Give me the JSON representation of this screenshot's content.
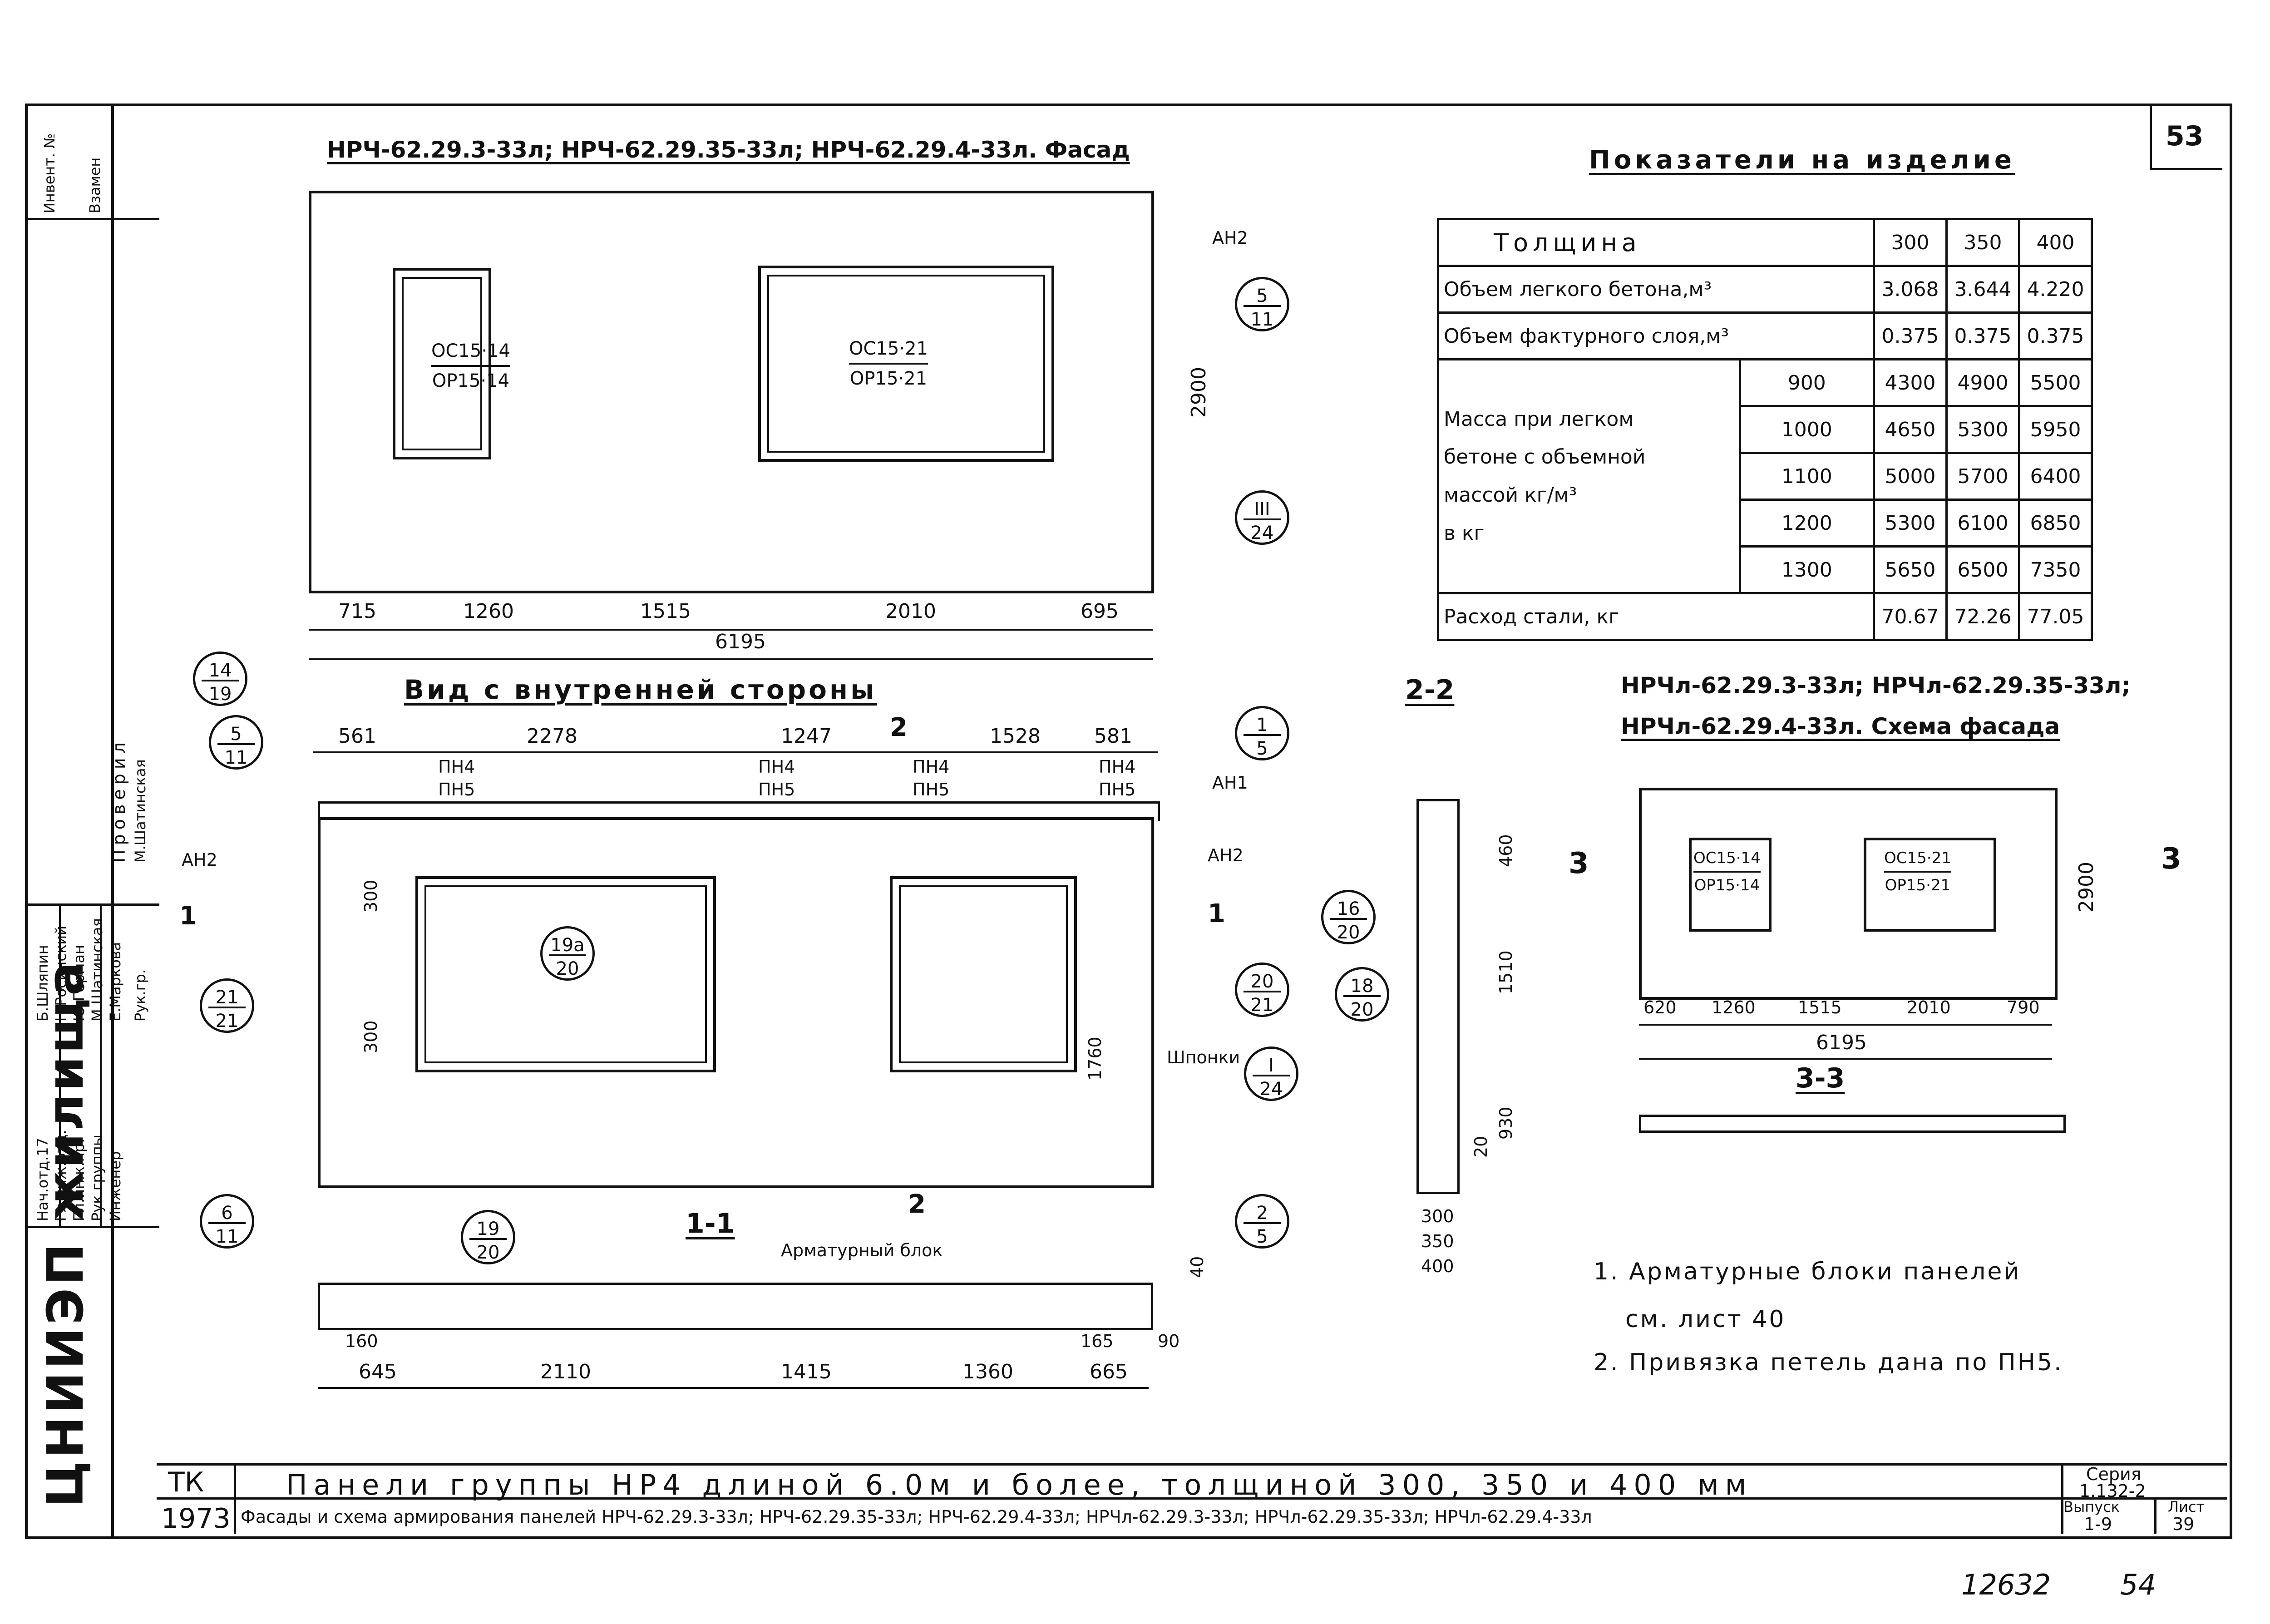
{
  "sheet_number": "53",
  "facade": {
    "title": "НРЧ-62.29.3-33л; НРЧ-62.29.35-33л; НРЧ-62.29.4-33л. Фасад",
    "window_left": {
      "top": "ОС15·14",
      "bottom": "ОР15·14"
    },
    "window_right": {
      "top": "ОС15·21",
      "bottom": "ОР15·21"
    },
    "tag_ah2": "АН2",
    "callout_5_11": {
      "top": "5",
      "bottom": "11"
    },
    "callout_iii_24": {
      "top": "III",
      "bottom": "24"
    },
    "height": "2900",
    "dims": [
      "715",
      "1260",
      "1515",
      "2010",
      "695"
    ],
    "total": "6195"
  },
  "indicators": {
    "title": "Показатели на изделие",
    "header_label": "Толщина",
    "thickness": [
      "300",
      "350",
      "400"
    ],
    "rows": [
      {
        "label": "Объем легкого бетона,м³",
        "values": [
          "3.068",
          "3.644",
          "4.220"
        ]
      },
      {
        "label": "Объем фактурного слоя,м³",
        "values": [
          "0.375",
          "0.375",
          "0.375"
        ]
      }
    ],
    "mass_label_lines": [
      "Масса при легком",
      "бетоне с объемной",
      "массой кг/м³",
      "в кг"
    ],
    "mass_rows": [
      {
        "density": "900",
        "values": [
          "4300",
          "4900",
          "5500"
        ]
      },
      {
        "density": "1000",
        "values": [
          "4650",
          "5300",
          "5950"
        ]
      },
      {
        "density": "1100",
        "values": [
          "5000",
          "5700",
          "6400"
        ]
      },
      {
        "density": "1200",
        "values": [
          "5300",
          "6100",
          "6850"
        ]
      },
      {
        "density": "1300",
        "values": [
          "5650",
          "6500",
          "7350"
        ]
      }
    ],
    "steel_row": {
      "label": "Расход стали, кг",
      "values": [
        "70.67",
        "72.26",
        "77.05"
      ]
    }
  },
  "inner_view": {
    "title": "Вид с внутренней стороны",
    "top_dims": [
      "561",
      "2278",
      "1247",
      "1528",
      "581"
    ],
    "loop_upper": "ПН4",
    "loop_lower": "ПН5",
    "section_mark_2": "2",
    "tag_ah1": "АН1",
    "tag_ah2_left": "АН2",
    "tag_ah2_right": "АН2",
    "section_mark_1": "1",
    "dim_300_a": "300",
    "dim_300_b": "300",
    "dim_1760": "1760",
    "shponki": "Шпонки",
    "callouts": [
      {
        "top": "14",
        "bottom": "19"
      },
      {
        "top": "5",
        "bottom": "11"
      },
      {
        "top": "1",
        "bottom": "5"
      },
      {
        "top": "21",
        "bottom": "21"
      },
      {
        "top": "19а",
        "bottom": "20"
      },
      {
        "top": "20",
        "bottom": "21"
      },
      {
        "top": "I",
        "bottom": "24"
      },
      {
        "top": "6",
        "bottom": "11"
      },
      {
        "top": "2",
        "bottom": "5"
      },
      {
        "top": "19",
        "bottom": "20"
      }
    ]
  },
  "section_11": {
    "title": "1-1",
    "label": "Арматурный блок",
    "mark": "2",
    "dims_bottom": [
      "645",
      "2110",
      "1415",
      "1360",
      "665"
    ],
    "dim_160": "160",
    "dim_165": "165",
    "dim_90": "90",
    "dim_40": "40"
  },
  "section_22": {
    "title": "2-2",
    "dims": [
      "460",
      "1510",
      "930",
      "20"
    ],
    "thicknesses": [
      "300",
      "350",
      "400"
    ],
    "callout_16_20": {
      "top": "16",
      "bottom": "20"
    },
    "callout_18_20": {
      "top": "18",
      "bottom": "20"
    }
  },
  "scheme": {
    "title_line1": "НРЧл-62.29.3-33л; НРЧл-62.29.35-33л;",
    "title_line2": "НРЧл-62.29.4-33л. Схема фасада",
    "window_left": {
      "top": "ОС15·14",
      "bottom": "ОР15·14"
    },
    "window_right": {
      "top": "ОС15·21",
      "bottom": "ОР15·21"
    },
    "height": "2900",
    "dims": [
      "620",
      "1260",
      "1515",
      "2010",
      "790"
    ],
    "total": "6195",
    "mark": "3",
    "section_33": "3-3"
  },
  "notes": [
    "1. Арматурные блоки панелей",
    "см. лист 40",
    "2. Привязка петель дана по ПН5."
  ],
  "title_block": {
    "code": "ТК",
    "year": "1973",
    "title": "Панели группы НР4 длиной 6.0м и более, толщиной 300, 350 и 400 мм",
    "subtitle": "Фасады и схема армирования панелей НРЧ-62.29.3-33л; НРЧ-62.29.35-33л; НРЧ-62.29.4-33л; НРЧл-62.29.3-33л; НРЧл-62.29.35-33л; НРЧл-62.29.4-33л",
    "series_label": "Серия",
    "series": "1.132-2",
    "issue_label": "Выпуск",
    "issue": "1-9",
    "sheet_label": "Лист",
    "sheet": "39",
    "org": "ЦНИИЭП жилища",
    "roles": [
      "Нач.отд.17",
      "Гл.инж.отд.",
      "Гл.инж.пр.",
      "Рук.группы",
      "Инженер"
    ],
    "names": [
      "Б.Шляпин",
      "Н.Росинский",
      "Ю.Герман",
      "М.Шатинская",
      "Е.Маркова"
    ],
    "checked_label": "Проверил",
    "checked_role": "Рук.гр.",
    "checked_name": "М.Шатинская",
    "stub_labels": [
      "Инвент. №",
      "Взамен"
    ]
  },
  "footer": {
    "number": "12632",
    "page": "54"
  }
}
